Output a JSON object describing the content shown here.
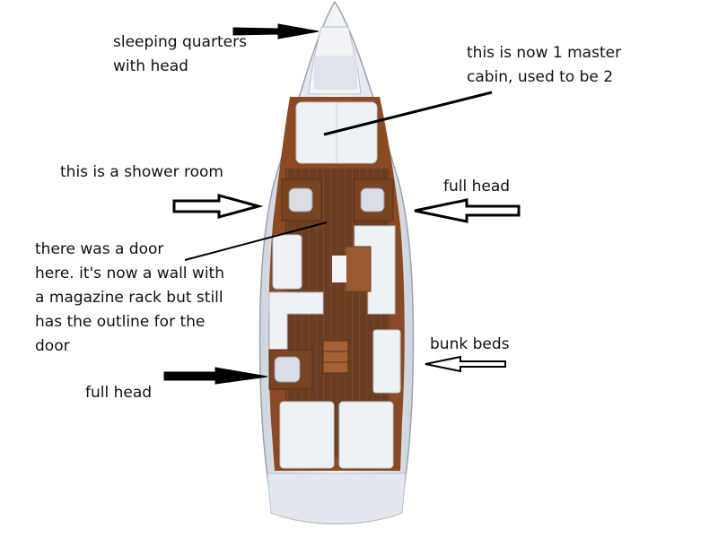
{
  "annotations": {
    "sleeping": [
      "sleeping quarters",
      "with head"
    ],
    "master": [
      "this is now 1 master",
      "cabin, used to be 2"
    ],
    "shower": [
      "this is a shower room"
    ],
    "full_head_right": [
      "full head"
    ],
    "door": [
      "there was a door",
      "here. it's now a wall with",
      "a magazine rack but still",
      "has the outline for the",
      "door"
    ],
    "bunk": [
      "bunk beds"
    ],
    "full_head_left": [
      "full head"
    ]
  },
  "colors": {
    "hull": "#e9edf3",
    "deck_wood": "#8a4a24",
    "floor": "#6b3d22",
    "cushion": "#eef1f6",
    "arrow": "#000000"
  }
}
